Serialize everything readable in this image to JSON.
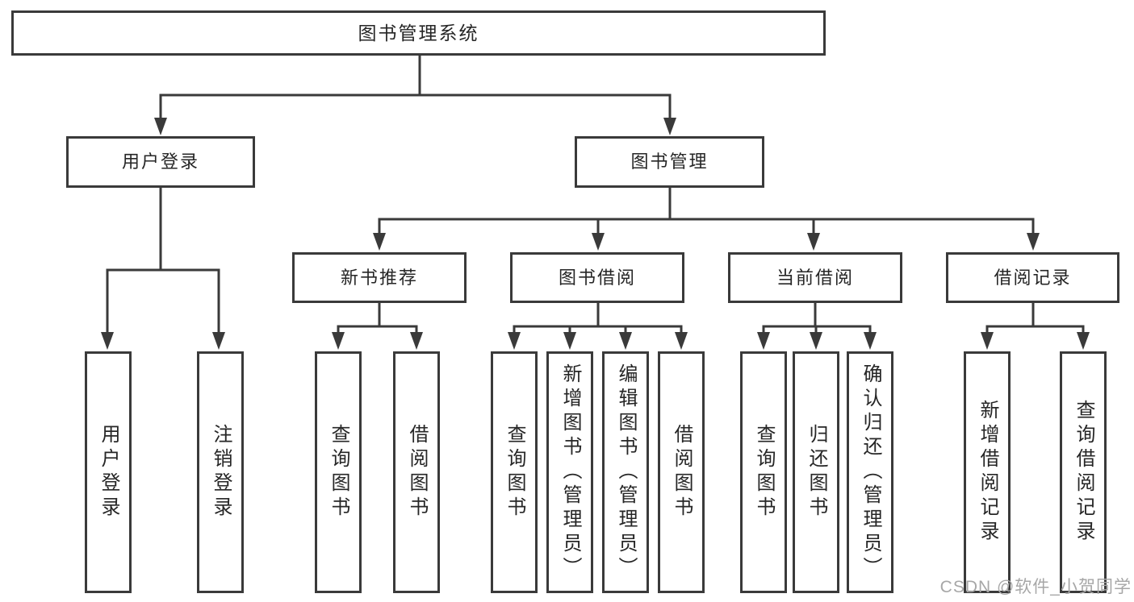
{
  "title": "图书管理系统",
  "watermark": "CSDN @软件_小贺同学",
  "colors": {
    "line": "#3a3a3a",
    "box_border": "#3a3a3a",
    "box_fill": "#ffffff",
    "text": "#262626",
    "watermark": "#a7a7a7",
    "background": "#ffffff"
  },
  "tree": {
    "root": "图书管理系统",
    "children": [
      {
        "label": "用户登录",
        "children": [
          {
            "label": "用户登录"
          },
          {
            "label": "注销登录"
          }
        ]
      },
      {
        "label": "图书管理",
        "children": [
          {
            "label": "新书推荐",
            "children": [
              {
                "label": "查询图书"
              },
              {
                "label": "借阅图书"
              }
            ]
          },
          {
            "label": "图书借阅",
            "children": [
              {
                "label": "查询图书"
              },
              {
                "label": "新增图书（管理员）"
              },
              {
                "label": "编辑图书（管理员）"
              },
              {
                "label": "借阅图书"
              }
            ]
          },
          {
            "label": "当前借阅",
            "children": [
              {
                "label": "查询图书"
              },
              {
                "label": "归还图书"
              },
              {
                "label": "确认归还（管理员）"
              }
            ]
          },
          {
            "label": "借阅记录",
            "children": [
              {
                "label": "新增借阅记录"
              },
              {
                "label": "查询借阅记录"
              }
            ]
          }
        ]
      }
    ]
  }
}
